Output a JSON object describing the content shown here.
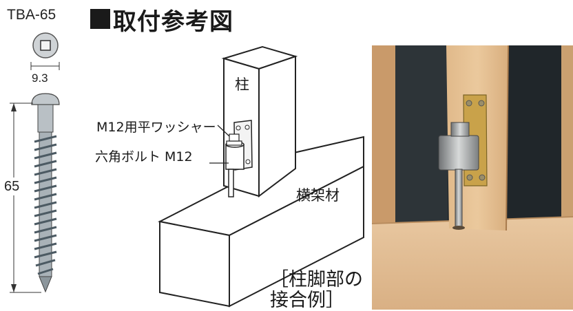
{
  "header": {
    "model": "TBA-65",
    "title": "取付参考図"
  },
  "screw_dimensions": {
    "head_width": "9.3",
    "length": "65"
  },
  "diagram_labels": {
    "column": "柱",
    "washer": "M12用平ワッシャー",
    "bolt": "六角ボルト M12",
    "beam": "横架材"
  },
  "caption": {
    "line1": "［柱脚部の",
    "line2": "接合例］"
  }
}
